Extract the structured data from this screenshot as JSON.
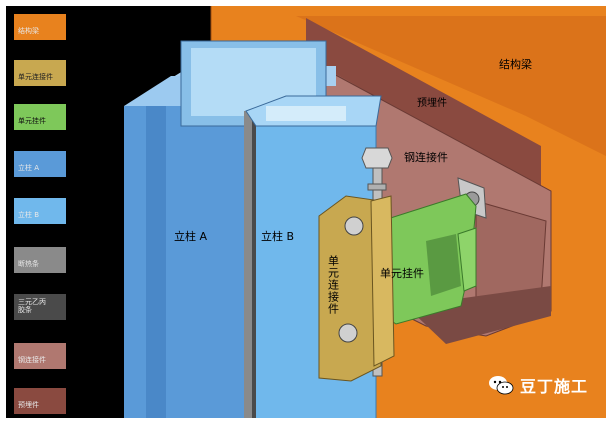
{
  "legend": [
    {
      "label": "结构梁",
      "color": "#e8821e"
    },
    {
      "label": "单元连接件",
      "color": "#c8a850"
    },
    {
      "label": "单元挂件",
      "color": "#7ec85a"
    },
    {
      "label": "立柱 A",
      "color": "#5a9ad8"
    },
    {
      "label": "立柱 B",
      "color": "#70b8ec"
    },
    {
      "label": "断热条",
      "color": "#8a8a8a"
    },
    {
      "label": "三元乙丙\n胶条",
      "color": "#4a4a4a"
    },
    {
      "label": "钢连接件",
      "color": "#b07870"
    },
    {
      "label": "预埋件",
      "color": "#8a4a40"
    }
  ],
  "diagram": {
    "beam_label": "结构梁",
    "embed_label": "预埋件",
    "steel_label": "钢连接件",
    "column_a_label": "立柱 A",
    "column_b_label": "立柱 B",
    "unit_connector_label": "单元连接件",
    "unit_hanger_label": "单元挂件",
    "colors": {
      "beam": "#e8821e",
      "embed": "#8a4a40",
      "steel": "#b07870",
      "column_a": "#5a9ad8",
      "column_b": "#70b8ec",
      "connector": "#c8a850",
      "hanger": "#7ec85a"
    }
  },
  "watermark": {
    "text": "豆丁施工",
    "icon": "wechat-icon"
  }
}
